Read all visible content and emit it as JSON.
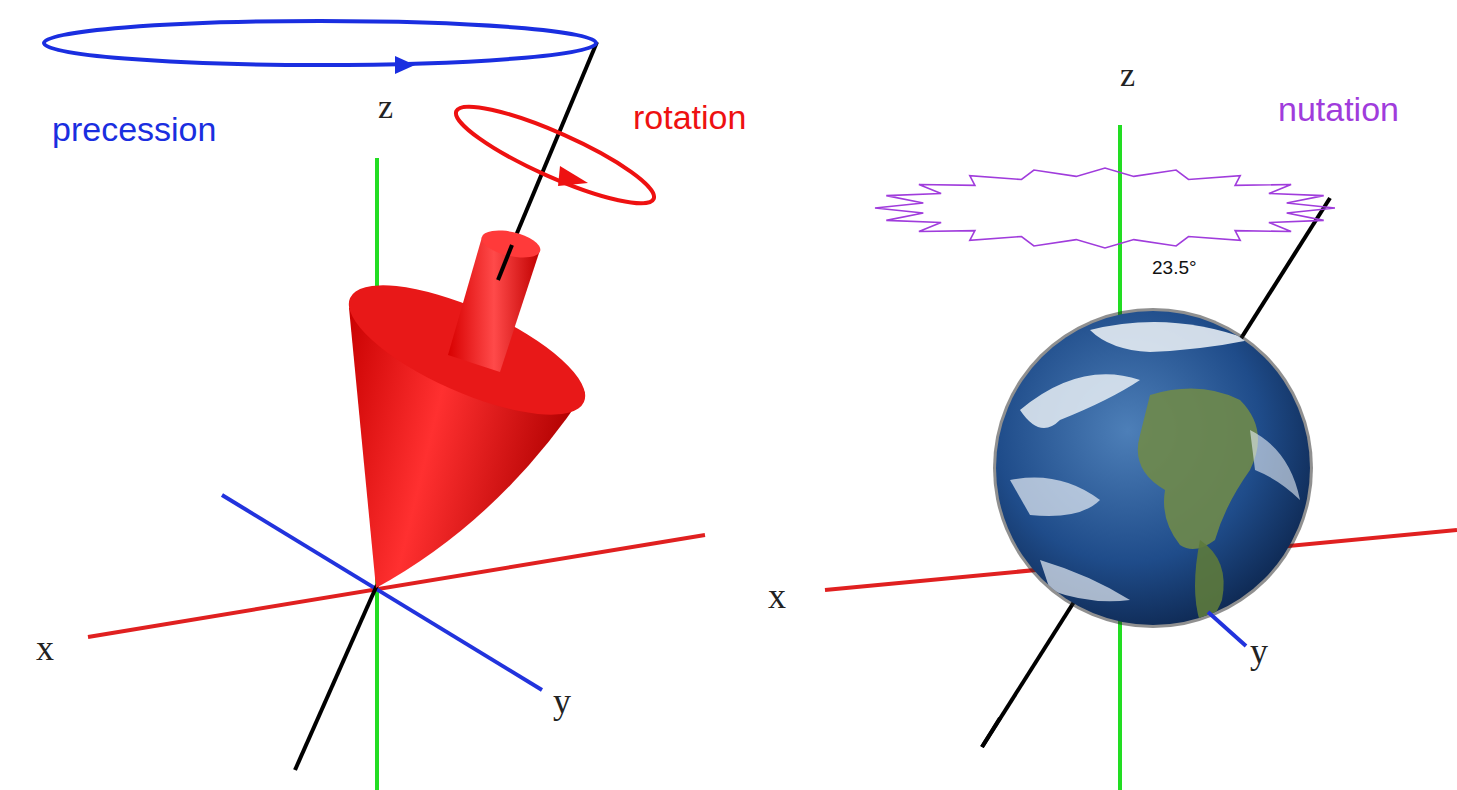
{
  "diagram": {
    "labels": [
      "precession",
      "z",
      "rotation",
      "x",
      "y",
      "z",
      "nutation",
      "23.5°",
      "x",
      "y"
    ]
  }
}
